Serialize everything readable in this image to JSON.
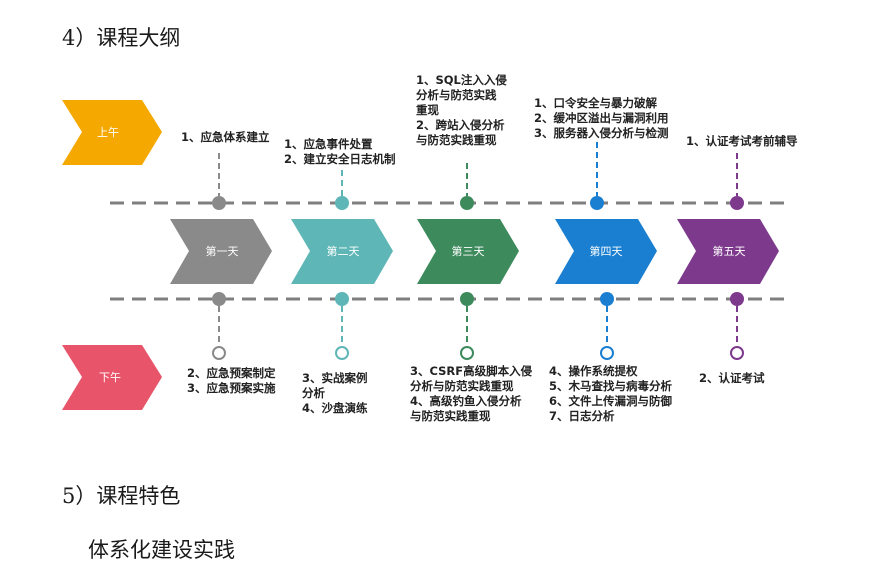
{
  "headings": {
    "outline": "4）课程大纲",
    "features": "5）课程特色",
    "features_sub": "体系化建设实践"
  },
  "colors": {
    "am": "#f5a800",
    "pm": "#e8556a",
    "day1": "#8a8a8a",
    "day2": "#5fb6b6",
    "day3": "#3d8a5c",
    "day4": "#1a7fd0",
    "day5": "#7d3a8c",
    "dash": "#7f7f7f"
  },
  "periods": {
    "am": "上午",
    "pm": "下午"
  },
  "days": [
    {
      "label": "第一天",
      "am": "1、应急体系建立",
      "pm": "2、应急预案制定\n3、应急预案实施"
    },
    {
      "label": "第二天",
      "am": "1、应急事件处置\n2、建立安全日志机制",
      "pm": "3、实战案例\n分析\n4、沙盘演练"
    },
    {
      "label": "第三天",
      "am": "1、SQL注入入侵\n分析与防范实践\n重现\n2、跨站入侵分析\n与防范实践重现",
      "pm": "3、CSRF高级脚本入侵\n分析与防范实践重现\n4、高级钓鱼入侵分析\n与防范实践重现"
    },
    {
      "label": "第四天",
      "am": "1、口令安全与暴力破解\n2、缓冲区溢出与漏洞利用\n3、服务器入侵分析与检测",
      "pm": "4、操作系统提权\n5、木马查找与病毒分析\n6、文件上传漏洞与防御\n7、日志分析"
    },
    {
      "label": "第五天",
      "am": "1、认证考试考前辅导",
      "pm": "2、认证考试"
    }
  ]
}
